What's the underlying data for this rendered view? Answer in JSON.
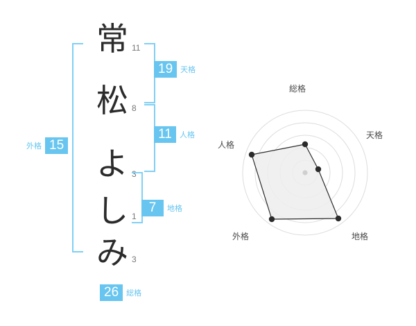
{
  "name": {
    "characters": [
      {
        "char": "常",
        "strokes": "11"
      },
      {
        "char": "松",
        "strokes": "8"
      },
      {
        "char": "よ",
        "strokes": "3"
      },
      {
        "char": "し",
        "strokes": "1"
      },
      {
        "char": "み",
        "strokes": "3"
      }
    ]
  },
  "fortunes": {
    "tenkaku": {
      "value": "19",
      "label": "天格"
    },
    "jinkaku": {
      "value": "11",
      "label": "人格"
    },
    "chikaku": {
      "value": "7",
      "label": "地格"
    },
    "gaikaku": {
      "value": "15",
      "label": "外格"
    },
    "soukaku": {
      "value": "26",
      "label": "総格"
    }
  },
  "colors": {
    "accent": "#67c5ef",
    "bracket": "#7fd0f5",
    "ink": "#2b2b2b",
    "stroke_num": "#777777",
    "ring": "#d8d8d8",
    "polygon_fill": "#ededed",
    "polygon_stroke": "#2b2b2b"
  },
  "chart_data": {
    "type": "radar",
    "title": "",
    "categories": [
      "総格",
      "天格",
      "地格",
      "外格",
      "人格"
    ],
    "values": [
      26,
      11,
      19,
      15,
      7
    ],
    "axis_order_degrees": [
      270,
      342,
      54,
      126,
      198
    ],
    "rings": 5,
    "grid": true,
    "legend": "none",
    "normalized_radii": [
      0.52,
      0.2,
      0.8,
      0.8,
      0.64
    ],
    "series": [
      {
        "name": "姓名判断",
        "points": [
          {
            "axis": "総格",
            "value": 26,
            "r_norm": 0.52
          },
          {
            "axis": "天格",
            "value": 19,
            "r_norm": 0.2
          },
          {
            "axis": "地格",
            "value": 7,
            "r_norm": 0.8
          },
          {
            "axis": "外格",
            "value": 15,
            "r_norm": 0.8
          },
          {
            "axis": "人格",
            "value": 11,
            "r_norm": 0.64
          }
        ]
      }
    ]
  }
}
